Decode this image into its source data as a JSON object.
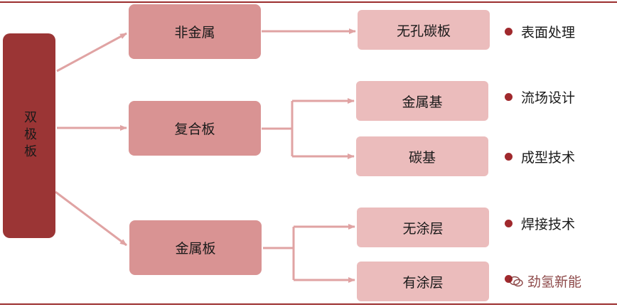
{
  "root": {
    "label": "双极板"
  },
  "categories": [
    {
      "label": "非金属"
    },
    {
      "label": "复合板"
    },
    {
      "label": "金属板"
    }
  ],
  "subtypes": [
    {
      "label": "无孔碳板"
    },
    {
      "label": "金属基"
    },
    {
      "label": "碳基"
    },
    {
      "label": "无涂层"
    },
    {
      "label": "有涂层"
    }
  ],
  "techniques": [
    {
      "label": "表面处理"
    },
    {
      "label": "流场设计"
    },
    {
      "label": "成型技术"
    },
    {
      "label": "焊接技术"
    },
    {
      "label": ""
    }
  ],
  "watermark": {
    "text": "劲氢新能"
  },
  "colors": {
    "frame": "#9b2d2d",
    "root": "#9b3535",
    "category": "#d99393",
    "subtype": "#ebbcbc",
    "bullet": "#a0292d",
    "connector": "#e0a3a3"
  }
}
